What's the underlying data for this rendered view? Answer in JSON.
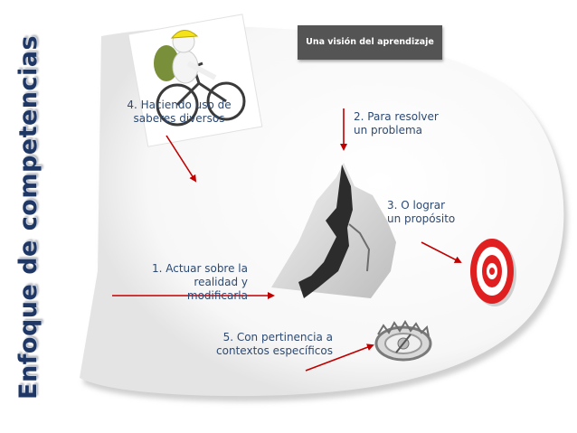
{
  "side_title": "Enfoque de competencias",
  "banner": "Una visión del aprendizaje",
  "steps": [
    {
      "lines": [
        "4. Haciendo uso de",
        "saberes diversos"
      ],
      "icon": "cyclist-icon"
    },
    {
      "lines": [
        "2. Para resolver",
        "un problema"
      ],
      "icon": "cliff-crack-icon"
    },
    {
      "lines": [
        "3. O lograr",
        "un propósito"
      ],
      "icon": "target-icon"
    },
    {
      "lines": [
        "1. Actuar sobre la",
        "realidad y",
        "modificarla"
      ],
      "icon": "arrow-icon"
    },
    {
      "lines": [
        "5. Con pertinencia a",
        "contextos específicos"
      ],
      "icon": "bear-trap-icon"
    }
  ],
  "colors": {
    "title": "#1f3764",
    "text": "#2d4a73",
    "arrow": "#c00000",
    "banner_bg": "#545454"
  }
}
